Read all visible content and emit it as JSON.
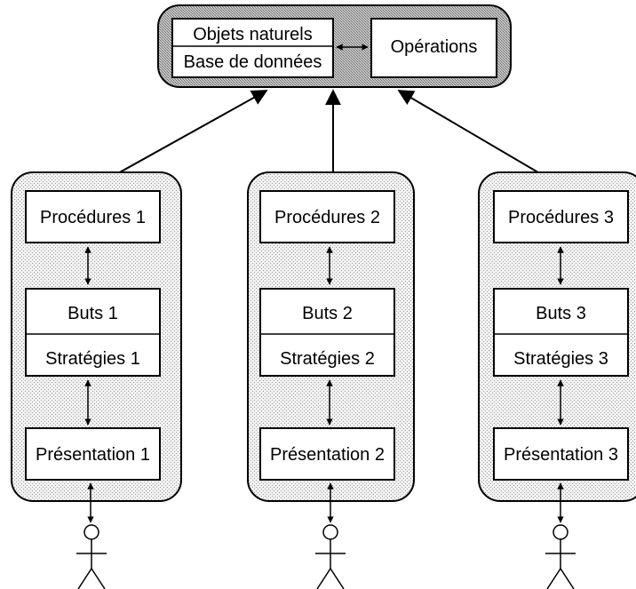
{
  "colors": {
    "line": "#000000",
    "box_fill": "#ffffff",
    "dotted_fill": "#e6e6e6",
    "top_fill": "#b0b0b0"
  },
  "top": {
    "objects_label": "Objets naturels",
    "database_label": "Base de données",
    "operations_label": "Opérations"
  },
  "columns": [
    {
      "procedures": "Procédures 1",
      "goals": "Buts 1",
      "strategies": "Stratégies 1",
      "presentation": "Présentation 1",
      "user_icon": "user-stick-figure-icon"
    },
    {
      "procedures": "Procédures 2",
      "goals": "Buts 2",
      "strategies": "Stratégies 2",
      "presentation": "Présentation 2",
      "user_icon": "user-stick-figure-icon"
    },
    {
      "procedures": "Procédures 3",
      "goals": "Buts 3",
      "strategies": "Stratégies 3",
      "presentation": "Présentation 3",
      "user_icon": "user-stick-figure-icon"
    }
  ]
}
